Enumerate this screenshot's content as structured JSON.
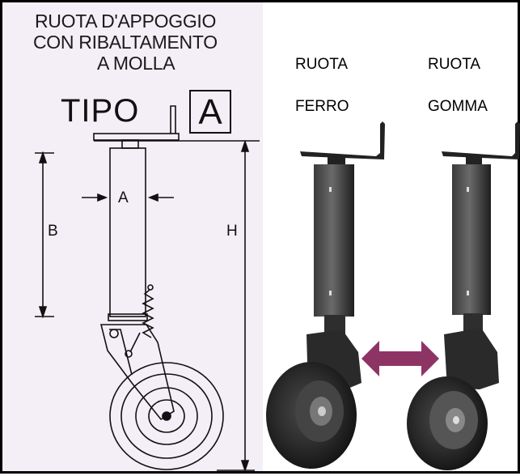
{
  "diagram": {
    "title_lines": [
      "RUOTA D'APPOGGIO",
      "CON RIBALTAMENTO",
      "A MOLLA"
    ],
    "tipo_label": "TIPO",
    "tipo_value": "A",
    "dimensions": {
      "a": "A",
      "b": "B",
      "h": "H"
    }
  },
  "photos": {
    "left": {
      "line1": "RUOTA",
      "line2": "FERRO"
    },
    "right": {
      "line1": "RUOTA",
      "line2": "GOMMA"
    }
  },
  "colors": {
    "arrow": "#8e3465",
    "drawing_bg": "#f4eef6",
    "metal": "#2b2b2b",
    "tyre": "#1c1c1c"
  }
}
